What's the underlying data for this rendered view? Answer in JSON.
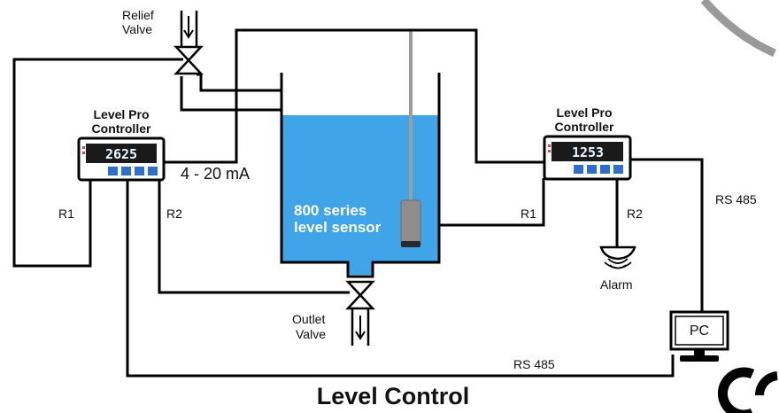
{
  "relief_valve": {
    "label_line1": "Relief",
    "label_line2": "Valve"
  },
  "outlet_valve": {
    "label_line1": "Outlet",
    "label_line2": "Valve"
  },
  "controller_left": {
    "label_line1": "Level Pro",
    "label_line2": "Controller",
    "display": "2625"
  },
  "controller_right": {
    "label_line1": "Level Pro",
    "label_line2": "Controller",
    "display": "1253"
  },
  "signal_label": "4 - 20 mA",
  "relay_labels": {
    "left_r1": "R1",
    "left_r2": "R2",
    "right_r1": "R1",
    "right_r2": "R2"
  },
  "comm_labels": {
    "rs485_right": "RS 485",
    "rs485_bottom": "RS 485"
  },
  "tank_label": {
    "line1": "800 series",
    "line2": "level sensor"
  },
  "alarm_label": "Alarm",
  "pc_label": "PC",
  "title": "Level Control",
  "colors": {
    "water": "#3fa5e8",
    "sensor": "#8e8e8e",
    "wire": "#000000",
    "display": "#1a1a1a",
    "button": "#2f6fc9"
  }
}
